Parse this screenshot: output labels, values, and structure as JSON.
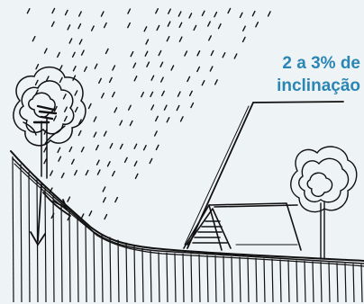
{
  "annotation": {
    "line1": "2 a 3% de",
    "line2": "inclinação"
  },
  "colors": {
    "background": "#eef3f6",
    "ink": "#111111",
    "label": "#2b86b4"
  },
  "icons": [
    "rain-marks",
    "tree-left",
    "tree-right",
    "tent",
    "ground-slope",
    "drop-arrow"
  ]
}
